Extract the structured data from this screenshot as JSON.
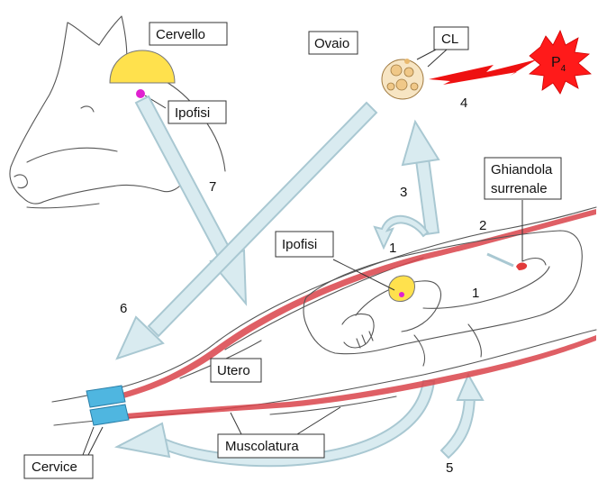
{
  "labels": {
    "brain": "Cervello",
    "pituitary_top": "Ipofisi",
    "ovary": "Ovaio",
    "corpus_luteum": "CL",
    "progesterone_base": "P",
    "progesterone_sub": "4",
    "adrenal_line1": "Ghiandola",
    "adrenal_line2": "surrenale",
    "pituitary_fetus": "Ipofisi",
    "uterus": "Utero",
    "muscle": "Muscolatura",
    "cervix": "Cervice"
  },
  "steps": {
    "s1a": "1",
    "s1b": "1",
    "s2": "2",
    "s3": "3",
    "s4": "4",
    "s5": "5",
    "s6": "6",
    "s7": "7"
  },
  "colors": {
    "brain": "#ffe14d",
    "pituitary_dot": "#e020d0",
    "progesterone_burst": "#ff1a1a",
    "lightning": "#ee1111",
    "uterus_wall": "#d9434a",
    "cervix": "#4fb6e0",
    "arrow_fill": "#d9ebf0",
    "arrow_stroke": "#a9c8d2"
  }
}
